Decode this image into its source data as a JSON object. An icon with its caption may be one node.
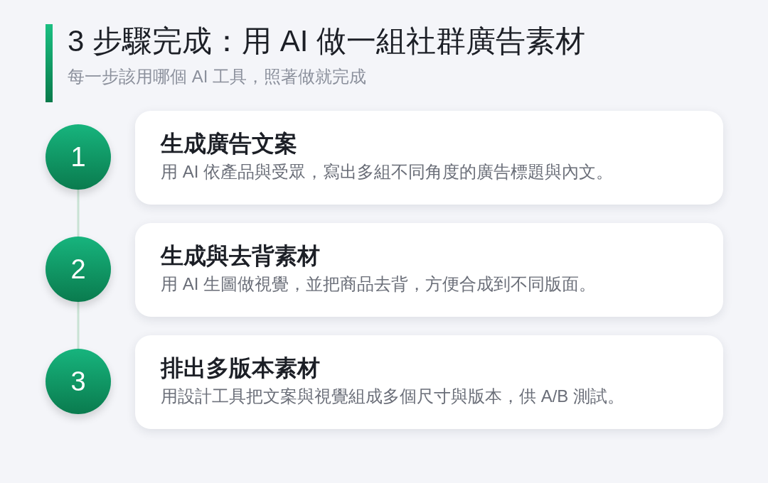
{
  "diagram": {
    "title": "3 步驟完成：用 AI 做一組社群廣告素材",
    "nodes": [
      {
        "text": [
          "1"
        ]
      },
      {
        "text": [
          "生成廣告文案",
          "用 AI 依產品與受眾，寫出多組不同角度的廣告標題與內文。"
        ]
      },
      {
        "text": [
          "2"
        ]
      },
      {
        "text": [
          "生成與去背素材",
          "用 AI 生圖做視覺，並把商品去背，方便合成到不同版面。"
        ]
      },
      {
        "text": [
          "3"
        ]
      },
      {
        "text": [
          "排出多版本素材",
          "用設計工具把文案與視覺組成多個尺寸與版本，供 A/B 測試。"
        ]
      }
    ],
    "edges": [
      {
        "from": 0,
        "to": 2,
        "arrow": "none"
      },
      {
        "from": 2,
        "to": 4,
        "arrow": "none"
      }
    ],
    "labels": [
      "每一步該用哪個 AI 工具，照著做就完成"
    ]
  }
}
